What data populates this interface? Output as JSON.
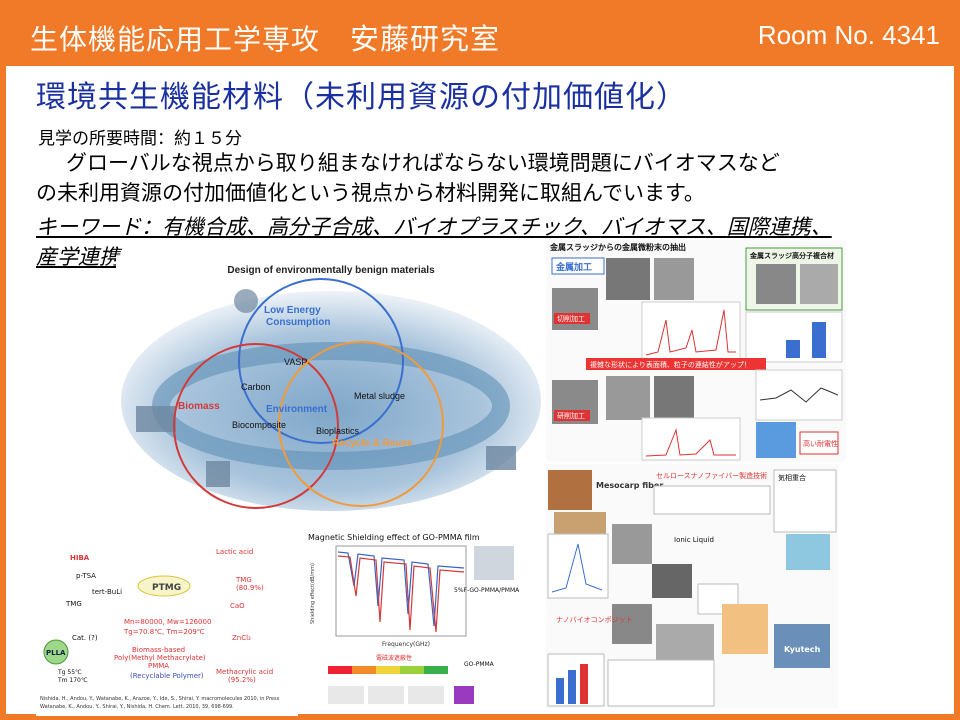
{
  "header": {
    "department": "生体機能応用工学専攻",
    "lab": "安藤研究室",
    "room": "Room No. 4341"
  },
  "title": "環境共生機能材料（未利用資源の付加価値化）",
  "duration": "見学の所要時間：約１５分",
  "description": {
    "line1": "グローバルな視点から取り組まなければならない環境問題にバイオマスなど",
    "line2": "の未利用資源の付加価値化という視点から材料開発に取組んでいます。"
  },
  "keywords": {
    "label": "キーワード：",
    "items": [
      "有機合成",
      "高分子合成",
      "バイオプラスチック",
      "バイオマス",
      "国際連携",
      "産学連携"
    ]
  },
  "venn": {
    "title": "Design of environmentally benign materials",
    "low_energy": "Low Energy",
    "consumption": "Consumption",
    "biomass": "Biomass",
    "environment": "Environment",
    "recycle": "Recycle & Reuse",
    "vasp": "VASP",
    "carbon": "Carbon",
    "metal_sludge": "Metal sludge",
    "biocomposite": "Biocomposite",
    "bioplastics": "Bioplastics",
    "colors": {
      "blue": "#3a6fd0",
      "red": "#d23a3a",
      "orange": "#f29a3a"
    }
  },
  "metal_panel": {
    "title": "金属スラッジからの金属微粉末の抽出",
    "metal_processing": "金属加工",
    "cutting": "切削加工",
    "grinding": "研削加工",
    "composite_box": "金属スラッジ高分子複合材",
    "banner": "複雑な形状により表面積、粒子の連結性がアップ！",
    "high_shield": "高い耐電性"
  },
  "bio_panel": {
    "mesocarp": "Mesocarp fiber",
    "cellulose": "セルロースナノファイバー製造技術",
    "foam": "気相重合",
    "nano": "ナノバイオコンポジット",
    "kyutech": "Kyutech",
    "ionic": "Ionic Liquid"
  },
  "chem_panel": {
    "ptmg": "PTMG",
    "plla": "PLLA",
    "hiba": "HIBA",
    "tmg": "TMG",
    "lactic": "Lactic acid",
    "tmg_yield": "TMG",
    "tmg_pct": "(80.9%)",
    "cao": "CaO",
    "zncl2": "ZnCl₂",
    "methacrylic": "Methacrylic acid",
    "methacrylic_pct": "(95.2%)",
    "biomass_pmma": "Biomass-based",
    "pmma_name": "Poly(Methyl Methacrylate)",
    "pmma": "PMMA",
    "recyclable": "(Recyclable Polymer)",
    "mn": "Mn=80000, Mw=126000",
    "tg": "Tg=70.8℃, Tm=209℃",
    "cat": "Cat. (?)",
    "tbuli": "tert-BuLi",
    "ptsa": "p-TSA",
    "tg2": "Tg 55℃",
    "tm2": "Tm 170℃",
    "ref1": "Nishida, H., Andou, Y., Watanabe, K., Arazoe, Y., Ide, S., Shirai, Y. macromolecules 2010, in Press",
    "ref2": "Watanabe, K., Andou, Y., Shirai, Y., Nishida, H. Chem. Lett. 2010, 39, 698-699."
  },
  "mag_chart": {
    "title": "Magnetic Shielding effect of GO-PMMA film",
    "ylabel": "Shielding effect(dB/mm)",
    "xlabel": "Frequency(GHz)",
    "legend1": "5%F-GO-PMMA/PMMA",
    "legend2": "GO-PMMA",
    "scale_title": "電磁波遮蔽性",
    "colors": {
      "a": "#3a62c8",
      "b": "#d03a3a"
    }
  }
}
